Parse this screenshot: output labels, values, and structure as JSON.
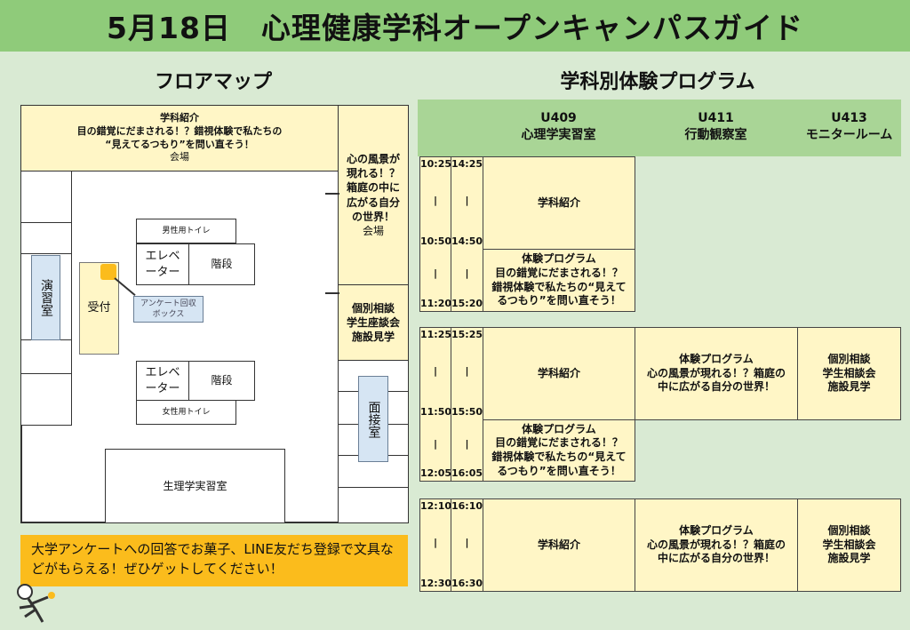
{
  "title": "5月18日　心理健康学科オープンキャンパスガイド",
  "floor_map": {
    "heading": "フロアマップ",
    "top_room": {
      "title": "学科紹介",
      "line1": "目の錯覚にだまされる！？錯視体験で私たちの",
      "line2": "“見えてるつもり”を問い直そう！",
      "venue": "会場"
    },
    "right_room1": {
      "text": "心の風景が現れる！？箱庭の中に広がる自分の世界！",
      "venue": "会場"
    },
    "right_room2": {
      "line1": "個別相談",
      "line2": "学生座談会",
      "line3": "施設見学"
    },
    "enshu": "演習室",
    "uketsuke": "受付",
    "men_toilet": "男性用トイレ",
    "women_toilet": "女性用トイレ",
    "elevator": "エレベーター",
    "stairs": "階段",
    "survey_box": "アンケート回収ボックス",
    "mensetsu": "面接室",
    "seiri": "生理学実習室"
  },
  "notice": "大学アンケートへの回答でお菓子、LINE友だち登録で文具などがもらえる！ぜひゲットしてください！",
  "program": {
    "heading": "学科別体験プログラム",
    "rooms": [
      {
        "code": "U409",
        "name": "心理学実習室"
      },
      {
        "code": "U411",
        "name": "行動観察室"
      },
      {
        "code": "U413",
        "name": "モニタールーム"
      }
    ],
    "sep": "|",
    "block1": {
      "t1": [
        "10:25",
        "10:50",
        "11:20"
      ],
      "t2": [
        "14:25",
        "14:50",
        "15:20"
      ],
      "a": "学科紹介",
      "b1": "体験プログラム",
      "b2": "目の錯覚にだまされる！？",
      "b3": "錯視体験で私たちの“見えて",
      "b4": "るつもり”を問い直そう！"
    },
    "block2": {
      "t1": [
        "11:25",
        "11:50",
        "12:05"
      ],
      "t2": [
        "15:25",
        "15:50",
        "16:05"
      ],
      "a": "学科紹介",
      "b1": "体験プログラム",
      "b2": "目の錯覚にだまされる！？",
      "b3": "錯視体験で私たちの“見えて",
      "b4": "るつもり”を問い直そう！",
      "u411_1": "体験プログラム",
      "u411_2": "心の風景が現れる！？箱庭の",
      "u411_3": "中に広がる自分の世界！",
      "u413_1": "個別相談",
      "u413_2": "学生相談会",
      "u413_3": "施設見学"
    },
    "block3": {
      "t1": [
        "12:10",
        "12:30"
      ],
      "t2": [
        "16:10",
        "16:30"
      ],
      "a": "学科紹介",
      "u411_1": "体験プログラム",
      "u411_2": "心の風景が現れる！？箱庭の",
      "u411_3": "中に広がる自分の世界！",
      "u413_1": "個別相談",
      "u413_2": "学生相談会",
      "u413_3": "施設見学"
    }
  }
}
